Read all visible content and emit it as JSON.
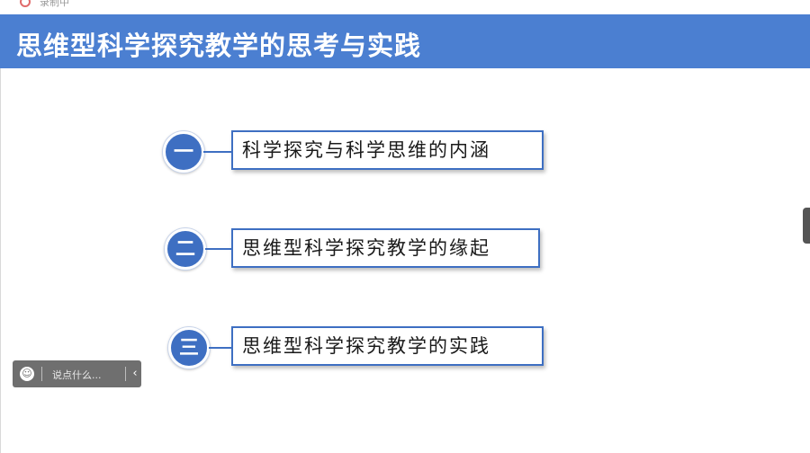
{
  "recording": {
    "status_text": "录制中"
  },
  "slide": {
    "title": "思维型科学探究教学的思考与实践",
    "items": [
      {
        "num": "一",
        "label": "科学探究与科学思维的内涵"
      },
      {
        "num": "二",
        "label": "思维型科学探究教学的缘起"
      },
      {
        "num": "三",
        "label": "思维型科学探究教学的实践"
      }
    ]
  },
  "chat": {
    "emoji_icon": "smiley-icon",
    "placeholder": "说点什么...",
    "collapse_icon": "chevron-left-icon"
  },
  "colors": {
    "title_bar": "#4b7fd1",
    "accent": "#3e6fc2"
  }
}
